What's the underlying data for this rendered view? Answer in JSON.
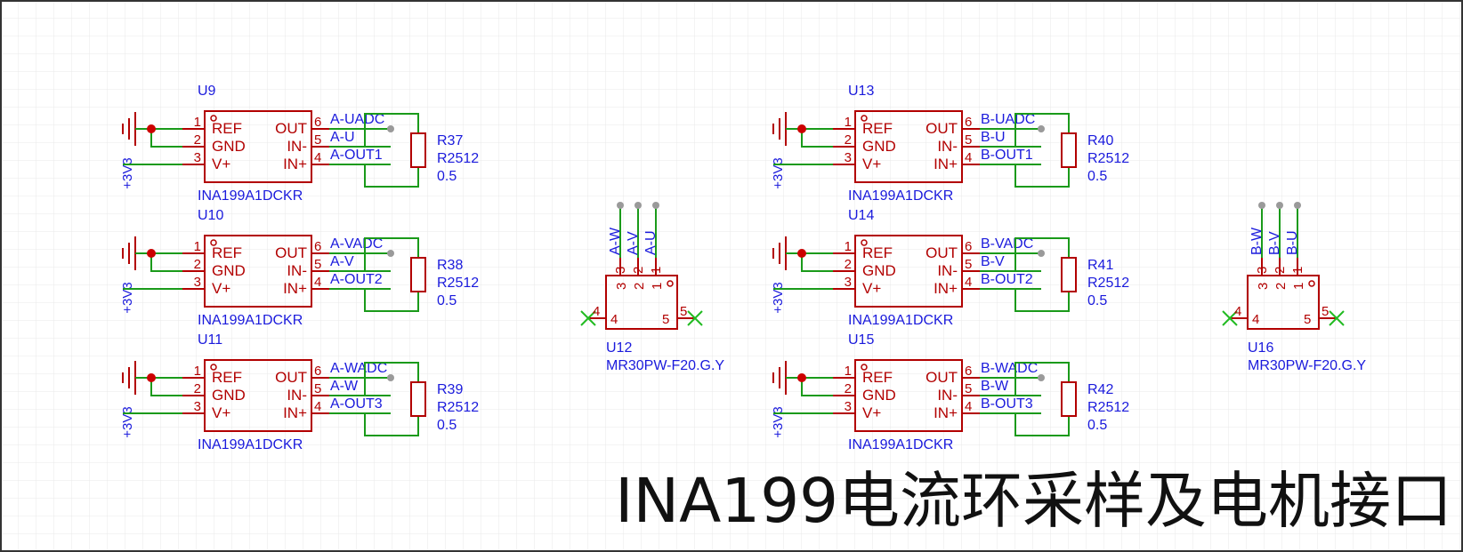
{
  "title": "INA199电流环采样及电机接口",
  "colors": {
    "grid": "#e9e9e9",
    "component": "#b20000",
    "wire": "#1a9a1a",
    "label": "#1a1adc",
    "junction": "#cc0000",
    "net_flag": "#9a9a9a",
    "no_connect": "#22bb22"
  },
  "pin_labels": {
    "ref": "REF",
    "gnd": "GND",
    "vplus": "V+",
    "out": "OUT",
    "inminus": "IN-",
    "inplus": "IN+",
    "p1": "1",
    "p2": "2",
    "p3": "3",
    "p4": "4",
    "p5": "5",
    "p6": "6"
  },
  "power_label": "+3V3",
  "ina_chips": [
    {
      "designator": "U9",
      "part": "INA199A1DCKR",
      "net_adc": "A-UADC",
      "net_in": "A-U",
      "net_out": "A-OUT1",
      "res_designator": "R37",
      "res_part": "R2512",
      "res_value": "0.5"
    },
    {
      "designator": "U10",
      "part": "INA199A1DCKR",
      "net_adc": "A-VADC",
      "net_in": "A-V",
      "net_out": "A-OUT2",
      "res_designator": "R38",
      "res_part": "R2512",
      "res_value": "0.5"
    },
    {
      "designator": "U11",
      "part": "INA199A1DCKR",
      "net_adc": "A-WADC",
      "net_in": "A-W",
      "net_out": "A-OUT3",
      "res_designator": "R39",
      "res_part": "R2512",
      "res_value": "0.5"
    },
    {
      "designator": "U13",
      "part": "INA199A1DCKR",
      "net_adc": "B-UADC",
      "net_in": "B-U",
      "net_out": "B-OUT1",
      "res_designator": "R40",
      "res_part": "R2512",
      "res_value": "0.5"
    },
    {
      "designator": "U14",
      "part": "INA199A1DCKR",
      "net_adc": "B-VADC",
      "net_in": "B-V",
      "net_out": "B-OUT2",
      "res_designator": "R41",
      "res_part": "R2512",
      "res_value": "0.5"
    },
    {
      "designator": "U15",
      "part": "INA199A1DCKR",
      "net_adc": "B-WADC",
      "net_in": "B-W",
      "net_out": "B-OUT3",
      "res_designator": "R42",
      "res_part": "R2512",
      "res_value": "0.5"
    }
  ],
  "connectors": [
    {
      "designator": "U12",
      "part": "MR30PW-F20.G.Y",
      "nets": [
        "A-W",
        "A-V",
        "A-U"
      ],
      "top_pins": [
        "3",
        "2",
        "1"
      ],
      "side_pins": [
        "4",
        "5"
      ]
    },
    {
      "designator": "U16",
      "part": "MR30PW-F20.G.Y",
      "nets": [
        "B-W",
        "B-V",
        "B-U"
      ],
      "top_pins": [
        "3",
        "2",
        "1"
      ],
      "side_pins": [
        "4",
        "5"
      ]
    }
  ]
}
